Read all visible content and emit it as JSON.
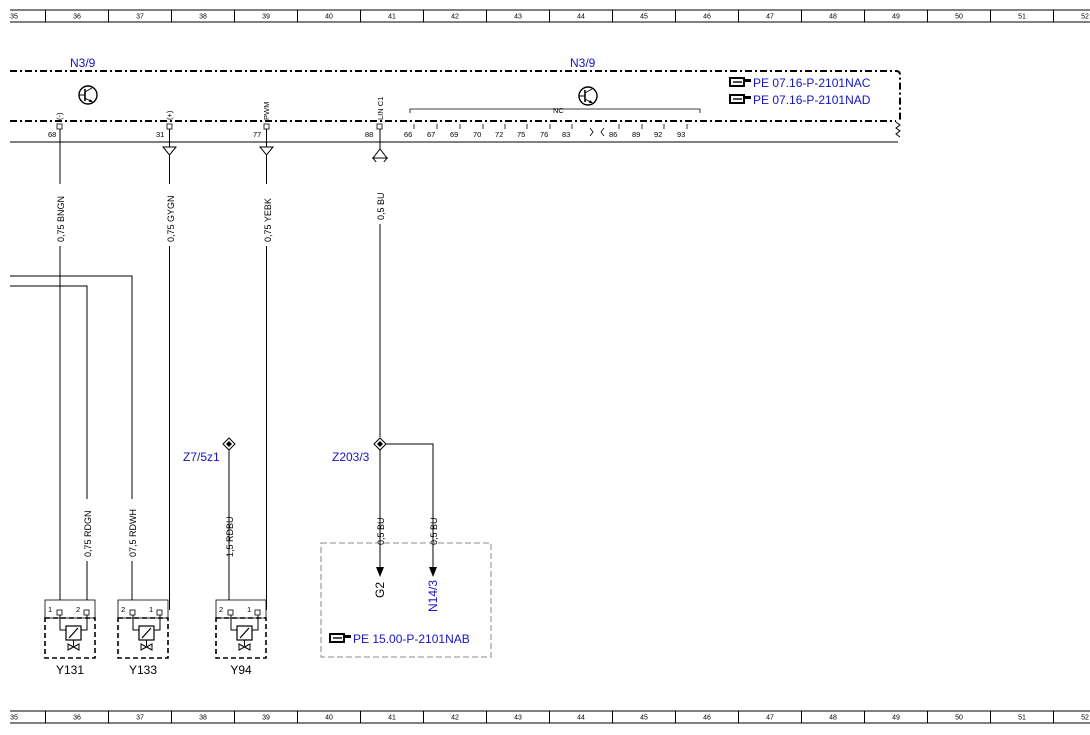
{
  "ruler": {
    "columns": [
      "35",
      "36",
      "37",
      "38",
      "39",
      "40",
      "41",
      "42",
      "43",
      "44",
      "45",
      "46",
      "47",
      "48",
      "49",
      "50",
      "51",
      "52"
    ]
  },
  "module": {
    "name_left": "N3/9",
    "name_right": "N3/9",
    "refs": [
      "PE 07.16-P-2101NAC",
      "PE 07.16-P-2101NAD"
    ]
  },
  "pins": [
    {
      "num": "68",
      "sig": "(-)"
    },
    {
      "num": "31",
      "sig": "(+)"
    },
    {
      "num": "77",
      "sig": "PWM"
    },
    {
      "num": "88",
      "sig": "LIN C1"
    }
  ],
  "nc_label": "NC",
  "nc_pins": [
    "66",
    "67",
    "69",
    "70",
    "72",
    "75",
    "76",
    "83",
    "86",
    "89",
    "92",
    "93"
  ],
  "wires": [
    {
      "label": "0,75 BNGN"
    },
    {
      "label": "0,75 GYGN"
    },
    {
      "label": "0,75 YEBK"
    },
    {
      "label": "0,5 BU"
    },
    {
      "label": "0,75 RDGN"
    },
    {
      "label": "07,5 RDWH"
    },
    {
      "label": "1,5 RDBU"
    },
    {
      "label": "0,5 BU"
    },
    {
      "label": "0,5 BU"
    }
  ],
  "splices": {
    "z7": "Z7/5z1",
    "z203": "Z203/3"
  },
  "connectors": {
    "g2": "G2",
    "n14": "N14/3",
    "ref": "PE 15.00-P-2101NAB"
  },
  "components": [
    {
      "name": "Y131",
      "pin_a": "1",
      "pin_b": "2"
    },
    {
      "name": "Y133",
      "pin_a": "2",
      "pin_b": "1"
    },
    {
      "name": "Y94",
      "pin_a": "2",
      "pin_b": "1"
    }
  ]
}
